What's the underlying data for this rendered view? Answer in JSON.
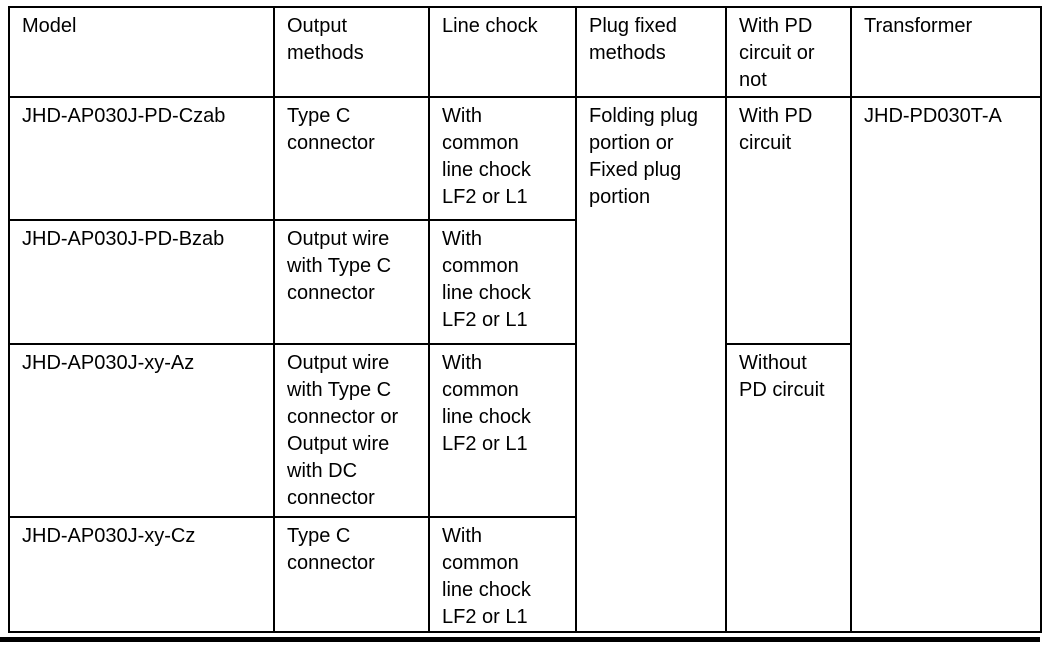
{
  "table": {
    "headers": [
      "Model",
      "Output\nmethods",
      "Line chock",
      "Plug fixed\nmethods",
      "With PD\ncircuit or\nnot",
      "Transformer"
    ],
    "rows": [
      {
        "model": "JHD-AP030J-PD-Czab",
        "output": "Type C\nconnector",
        "line_chock": "With\ncommon\nline chock\nLF2 or L1"
      },
      {
        "model": "JHD-AP030J-PD-Bzab",
        "output": "Output wire\nwith Type C\nconnector",
        "line_chock": "With\ncommon\nline chock\nLF2 or L1"
      },
      {
        "model": "JHD-AP030J-xy-Az",
        "output": "Output wire\nwith Type C\nconnector or\nOutput wire\nwith DC\nconnector",
        "line_chock": "With\ncommon\nline chock\nLF2 or L1"
      },
      {
        "model": "JHD-AP030J-xy-Cz",
        "output": "Type C\nconnector",
        "line_chock": "With\ncommon\nline chock\nLF2 or L1"
      }
    ],
    "merged_cells": {
      "plug_fixed_methods": "Folding plug\nportion or\nFixed plug\nportion",
      "with_pd_circuit": "With PD\ncircuit",
      "without_pd_circuit": "Without\nPD circuit",
      "transformer": "JHD-PD030T-A"
    }
  },
  "colors": {
    "border": "#000000",
    "text": "#000000",
    "background": "#ffffff"
  }
}
